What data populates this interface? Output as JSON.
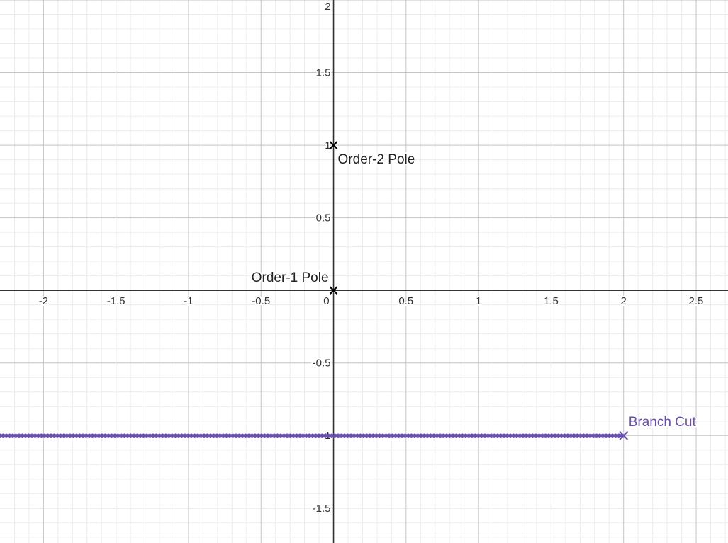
{
  "chart_data": {
    "type": "scatter",
    "title": "",
    "xlabel": "",
    "ylabel": "",
    "xlim": [
      -2.3,
      2.72
    ],
    "ylim": [
      -1.74,
      2.0
    ],
    "grid": true,
    "minor_grid": true,
    "x_tick_labels": [
      "-2",
      "-1.5",
      "-1",
      "-0.5",
      "0",
      "0.5",
      "1",
      "1.5",
      "2",
      "2.5"
    ],
    "y_tick_labels": [
      "2",
      "1.5",
      "1",
      "0.5",
      "-0.5",
      "-1",
      "-1.5"
    ],
    "series": [
      {
        "kind": "points",
        "color": "#000000",
        "marker": "x",
        "points": [
          {
            "x": 0,
            "y": 1,
            "label": "Order-2 Pole"
          },
          {
            "x": 0,
            "y": 0,
            "label": "Order-1 Pole"
          }
        ]
      },
      {
        "kind": "line",
        "color": "#6a4fb0",
        "marker": "x",
        "from": {
          "x": -2.3,
          "y": -1
        },
        "to": {
          "x": 2,
          "y": -1
        },
        "label": "Branch Cut"
      }
    ]
  }
}
